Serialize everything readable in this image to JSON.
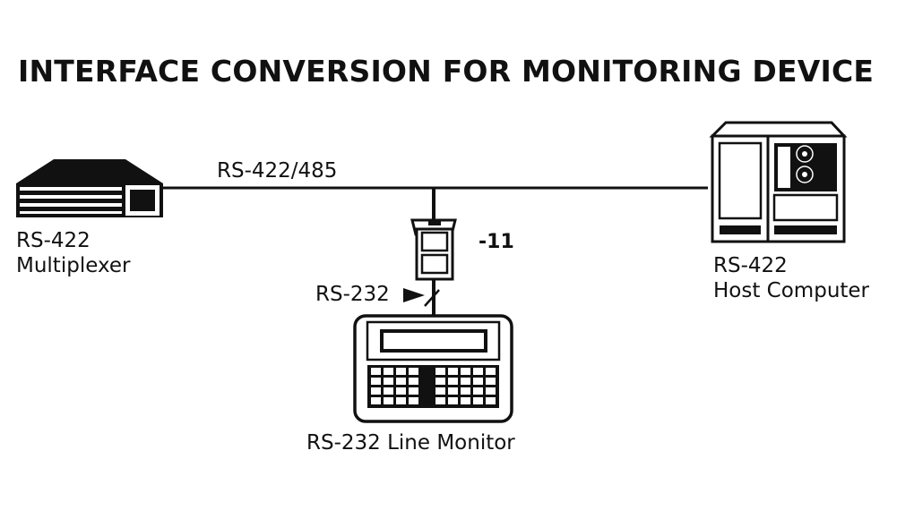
{
  "title": "INTERFACE CONVERSION FOR MONITORING DEVICE",
  "bus": {
    "label": "RS-422/485"
  },
  "nodes": {
    "multiplexer": {
      "line1": "RS-422",
      "line2": "Multiplexer",
      "icon": "multiplexer-icon"
    },
    "host_computer": {
      "line1": "RS-422",
      "line2": "Host Computer",
      "icon": "host-computer-icon"
    },
    "converter": {
      "label": "-11",
      "icon": "converter-icon"
    },
    "line_monitor": {
      "label": "RS-232 Line Monitor",
      "icon": "line-monitor-icon"
    }
  },
  "connections": [
    {
      "from": "multiplexer",
      "to": "host_computer",
      "label": "RS-422/485"
    },
    {
      "from": "bus",
      "to": "converter"
    },
    {
      "from": "converter",
      "to": "line_monitor",
      "label": "RS-232"
    }
  ],
  "rs232_tap": {
    "label": "RS-232"
  },
  "colors": {
    "ink": "#111111",
    "paper": "#ffffff"
  }
}
